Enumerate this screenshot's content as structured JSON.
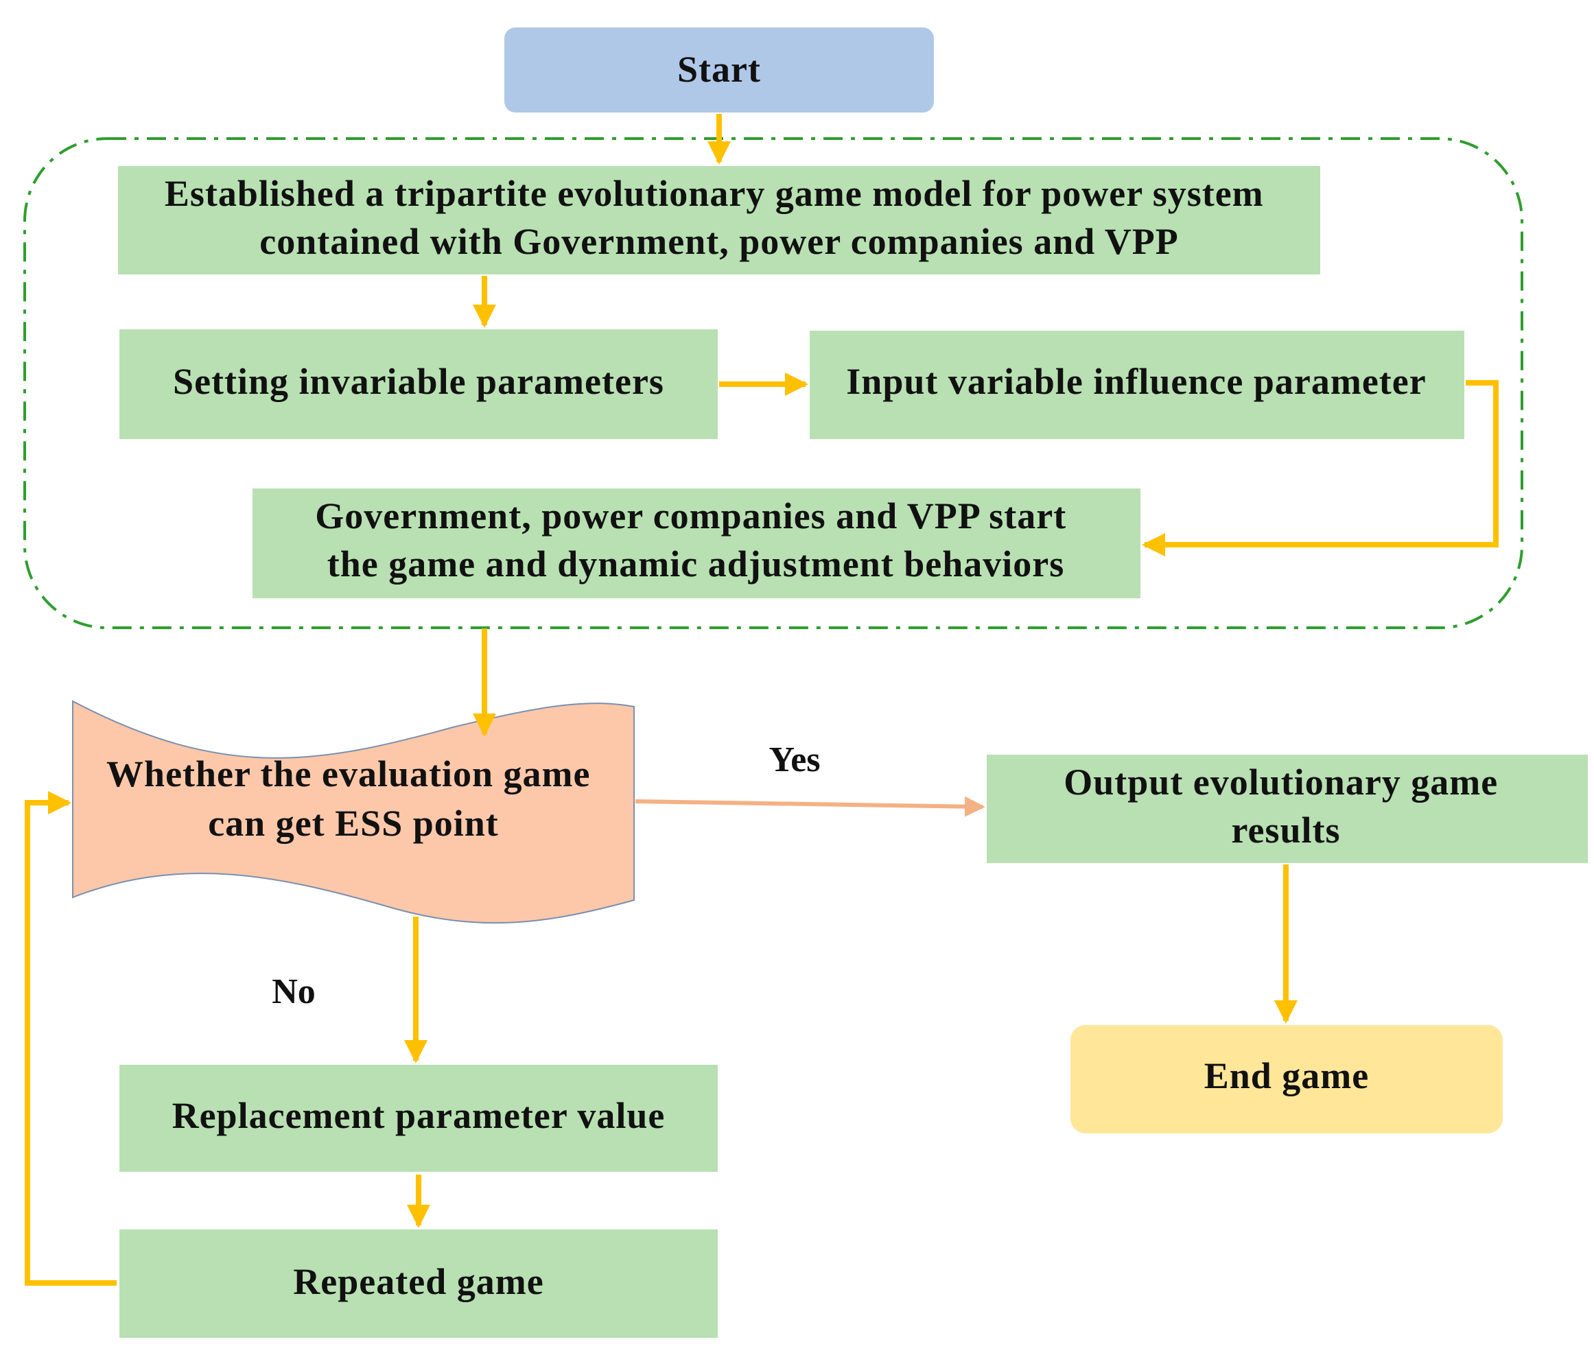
{
  "colors": {
    "start_fill": "#afc8e8",
    "process_fill": "#b8e0b2",
    "decision_fill": "#fdc8aa",
    "end_fill": "#ffe699",
    "arrow": "#ffc000",
    "yes_arrow": "#f4b183",
    "group_border": "#2e9e2e"
  },
  "nodes": {
    "start": [
      "Start"
    ],
    "establish_model": [
      "Established a tripartite evolutionary game model  for power system",
      "contained with Government, power companies and VPP"
    ],
    "invariable_params": [
      "Setting invariable parameters"
    ],
    "variable_params": [
      "Input variable influence parameter"
    ],
    "start_game": [
      "Government, power companies and VPP start",
      "the game and dynamic adjustment behaviors"
    ],
    "decision": [
      "Whether the evaluation game",
      "can get ESS point"
    ],
    "output_results": [
      "Output evolutionary game",
      "results"
    ],
    "end": [
      "End game"
    ],
    "replace_params": [
      "Replacement parameter value"
    ],
    "repeat_game": [
      "Repeated game"
    ]
  },
  "edges": {
    "yes_label": "Yes",
    "no_label": "No"
  }
}
